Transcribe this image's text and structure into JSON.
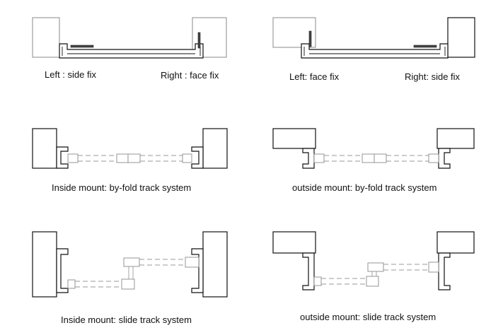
{
  "diagrams": [
    {
      "caption": "Left : side fix"
    },
    {
      "caption": "Right : face fix"
    },
    {
      "caption": "Left: face fix"
    },
    {
      "caption": "Right: side fix"
    },
    {
      "caption": "Inside mount: by-fold track system"
    },
    {
      "caption": "outside mount: by-fold track system"
    },
    {
      "caption": "Inside mount: slide track system"
    },
    {
      "caption": "outside mount: slide track system"
    }
  ]
}
